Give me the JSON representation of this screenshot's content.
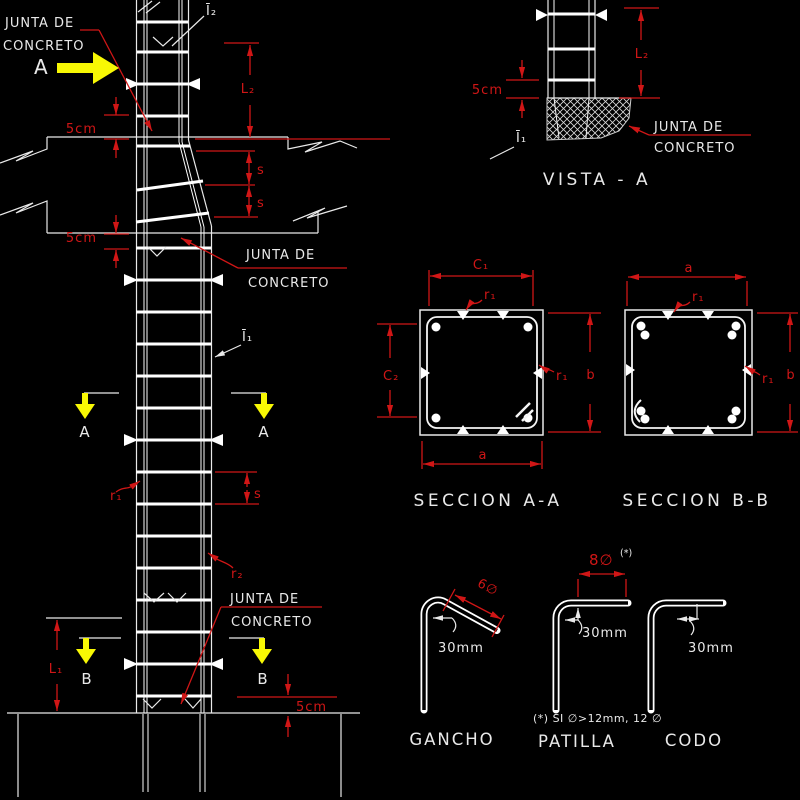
{
  "colors": {
    "background": "#000000",
    "line": "#e9e9e9",
    "bar": "#ffffff",
    "dim": "#d01616",
    "marker": "#f8f804"
  },
  "elevation": {
    "junta_top": {
      "line1": "JUNTA DE",
      "line2": "CONCRETO"
    },
    "junta_mid": {
      "line1": "JUNTA DE",
      "line2": "CONCRETO"
    },
    "junta_bottom": {
      "line1": "JUNTA DE",
      "line2": "CONCRETO"
    },
    "section_a": "A",
    "section_b": "B",
    "dim_5cm": "5cm",
    "dim_l1": "L₁",
    "dim_l2": "L₂",
    "dim_s": "s",
    "bar_mark_1": "Ī₁",
    "bar_mark_2": "Ī₂",
    "radius_1": "r₁",
    "radius_2": "r₂"
  },
  "vista": {
    "title": "VISTA - A",
    "dim_5cm": "5cm",
    "dim_l2": "L₂",
    "bar_mark": "Ī₁",
    "junta": {
      "line1": "JUNTA DE",
      "line2": "CONCRETO"
    }
  },
  "seccion_a": {
    "title": "SECCION A-A",
    "dim_c1": "C₁",
    "dim_c2": "C₂",
    "dim_a": "a",
    "dim_b": "b",
    "radius": "r₁"
  },
  "seccion_b": {
    "title": "SECCION B-B",
    "dim_a": "a",
    "dim_b": "b",
    "radius": "r₁"
  },
  "bends": {
    "gancho": {
      "title": "GANCHO",
      "dim": "6∅",
      "bend_radius": "30mm"
    },
    "patilla": {
      "title": "PATILLA",
      "dim": "8∅",
      "note_ref": "(*)",
      "bend_radius": "30mm"
    },
    "codo": {
      "title": "CODO",
      "bend_radius": "30mm"
    },
    "footnote": "(*) SI ∅>12mm, 12 ∅"
  }
}
